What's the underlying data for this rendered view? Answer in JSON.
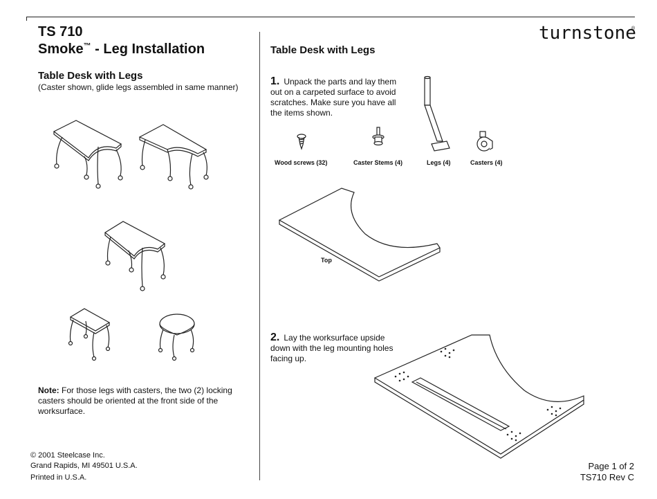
{
  "header": {
    "doc_number": "TS 710",
    "title_product": "Smoke",
    "title_tm": "™",
    "title_rest": " - Leg Installation",
    "brand": "turnstone",
    "brand_mark": "®"
  },
  "left": {
    "heading": "Table Desk with Legs",
    "subheading": "(Caster shown, glide legs assembled in same manner)",
    "note_label": "Note:",
    "note_text": " For those legs with casters, the two (2) locking casters should be oriented at the front side of the worksurface."
  },
  "right": {
    "heading": "Table Desk with Legs",
    "step1_num": "1.",
    "step1_text": "Unpack the parts and lay them out on a carpeted surface to avoid scratches.  Make sure you have all the items shown.",
    "parts": [
      {
        "label": "Wood screws (32)",
        "icon": "wood-screw-icon"
      },
      {
        "label": "Caster Stems (4)",
        "icon": "caster-stem-icon"
      },
      {
        "label": "Legs (4)",
        "icon": "leg-icon"
      },
      {
        "label": "Casters (4)",
        "icon": "caster-icon"
      }
    ],
    "top_label": "Top",
    "step2_num": "2.",
    "step2_text": "Lay the worksurface upside down with the leg mounting holes facing up."
  },
  "footer": {
    "copyright_symbol": "©",
    "copyright_text": " 2001 Steelcase Inc.",
    "address": "Grand Rapids, MI 49501 U.S.A.",
    "printed": "Printed in U.S.A.",
    "page": "Page 1 of 2",
    "revision": "TS710 Rev C"
  }
}
